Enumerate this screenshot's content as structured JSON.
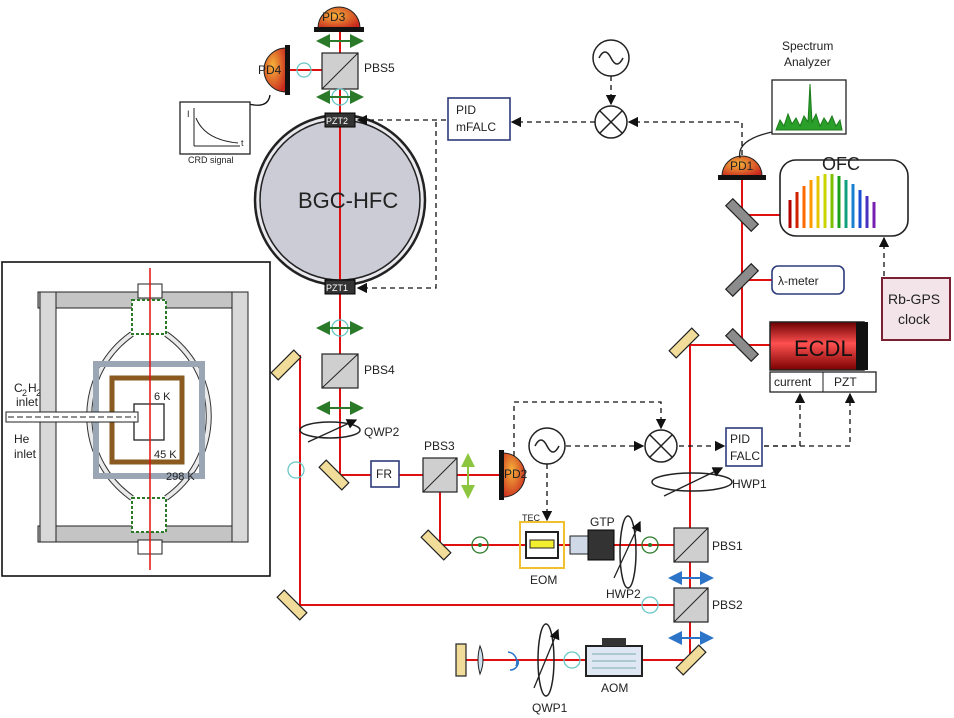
{
  "labels": {
    "pd1": "PD1",
    "pd2": "PD2",
    "pd3": "PD3",
    "pd4": "PD4",
    "pbs1": "PBS1",
    "pbs2": "PBS2",
    "pbs3": "PBS3",
    "pbs4": "PBS4",
    "pbs5": "PBS5",
    "pzt1": "PZT1",
    "pzt2": "PZT2",
    "cavity": "BGC-HFC",
    "pid_mfalc_1": "PID",
    "pid_mfalc_2": "mFALC",
    "pid_falc_1": "PID",
    "pid_falc_2": "FALC",
    "spectrum_1": "Spectrum",
    "spectrum_2": "Analyzer",
    "ofc": "OFC",
    "lambda_meter": "λ-meter",
    "rbgps_1": "Rb-GPS",
    "rbgps_2": "clock",
    "ecdl": "ECDL",
    "current": "current",
    "pzt": "PZT",
    "qwp1": "QWP1",
    "qwp2": "QWP2",
    "hwp1": "HWP1",
    "hwp2": "HWP2",
    "fr": "FR",
    "eom": "EOM",
    "tec": "TEC",
    "gtp": "GTP",
    "aom": "AOM",
    "crd_signal": "CRD signal",
    "crd_y": "I",
    "crd_x": "t",
    "c2h2_1": "C",
    "c2h2_2": "H",
    "c2h2_3": "inlet",
    "he_1": "He",
    "he_2": "inlet",
    "t6k": "6 K",
    "t45k": "45 K",
    "t298k": "298 K"
  },
  "colors": {
    "beam": "#e01010",
    "box_border": "#2d3b7a",
    "rbgps_fill": "#f2e4e8",
    "rbgps_border": "#7a2030",
    "pd_red": "#d8342a",
    "pd_orange": "#f09a2a",
    "green_arrow": "#2a7a2a",
    "blue_arrow": "#2b74c8",
    "lime_arrow": "#8cc63e"
  }
}
